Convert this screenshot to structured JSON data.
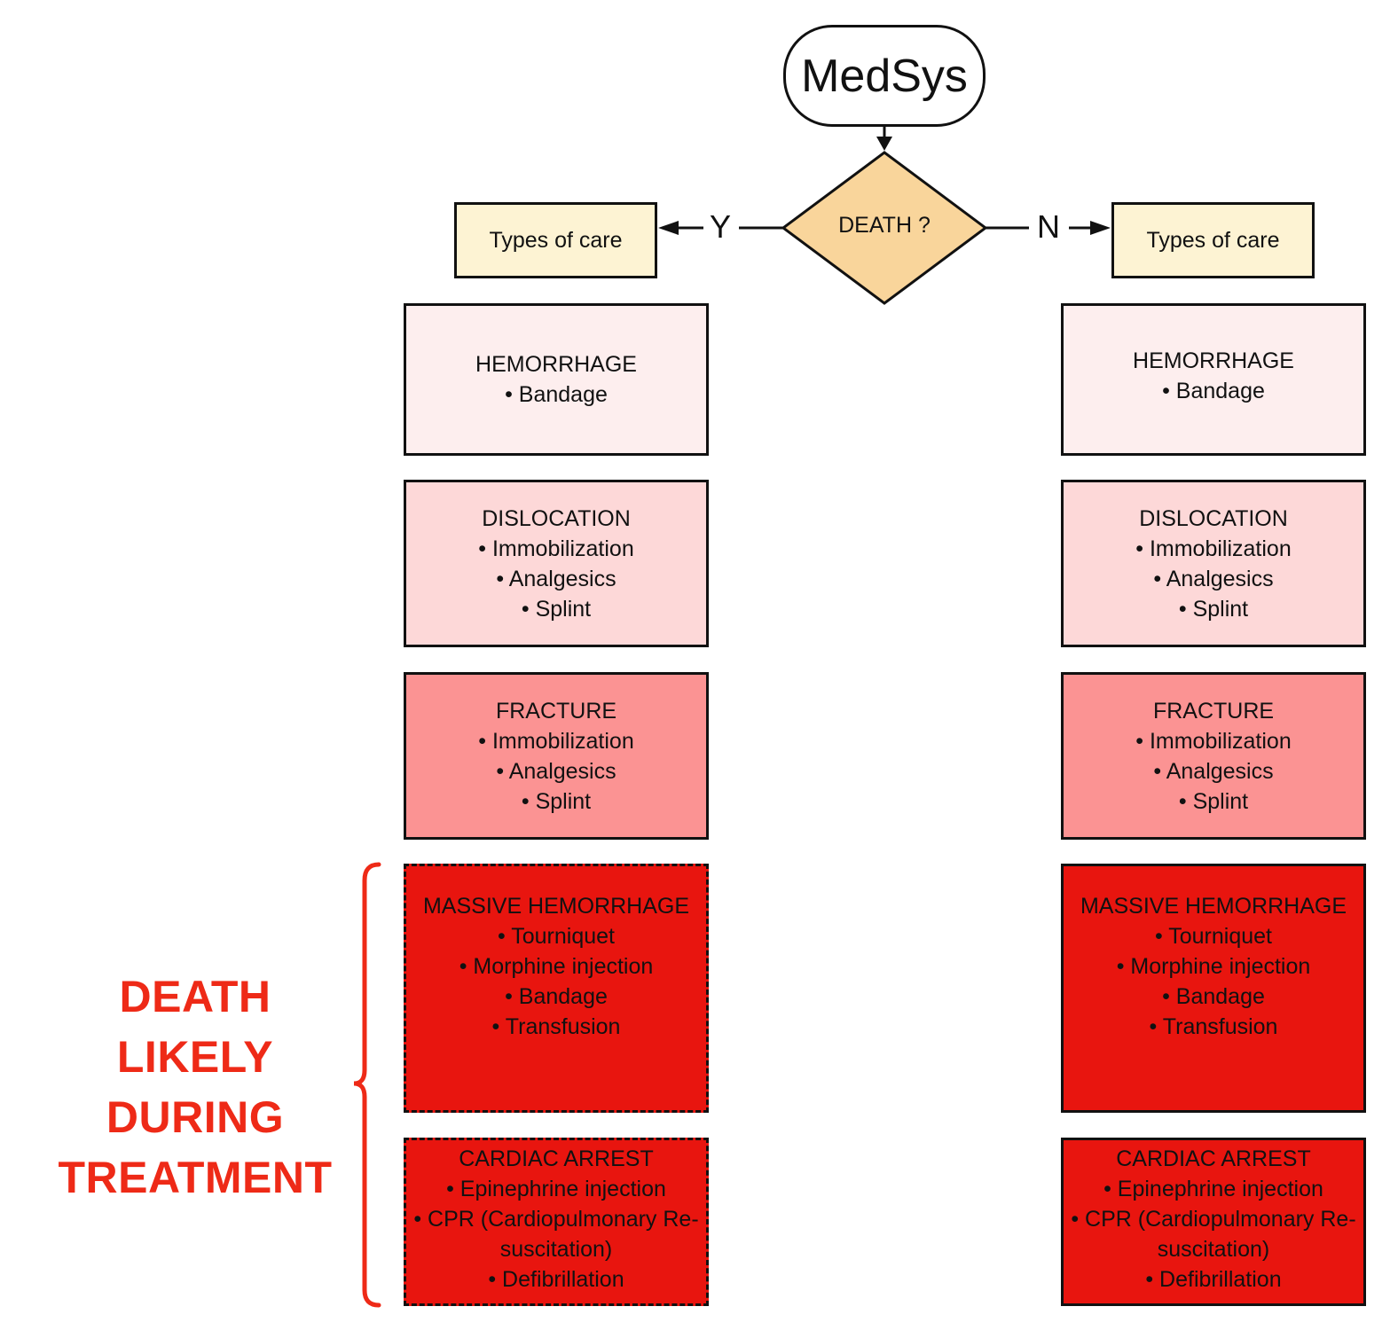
{
  "start_node": "MedSys",
  "decision": "DEATH ?",
  "branches": {
    "yes_label": "Y",
    "no_label": "N",
    "yes_types": "Types of care",
    "no_types": "Types of care"
  },
  "death_note": [
    "DEATH",
    "LIKELY",
    "DURING",
    "TREATMENT"
  ],
  "columns": {
    "yes": [
      {
        "title": "HEMORRHAGE",
        "items": [
          "• Bandage"
        ]
      },
      {
        "title": "DISLOCATION",
        "items": [
          "• Immobilization",
          "• Analgesics",
          "• Splint"
        ]
      },
      {
        "title": "FRACTURE",
        "items": [
          "• Immobilization",
          "• Analgesics",
          "• Splint"
        ]
      },
      {
        "title": "MASSIVE HEMORRHAGE",
        "items": [
          "• Tourniquet",
          "• Morphine injection",
          "• Bandage",
          "• Transfusion"
        ]
      },
      {
        "title": "CARDIAC ARREST",
        "items": [
          "• Epinephrine injection",
          "• CPR (Cardiopulmonary Re-",
          "suscitation)",
          "• Defibrillation"
        ]
      }
    ],
    "no": [
      {
        "title": "HEMORRHAGE",
        "items": [
          "• Bandage"
        ]
      },
      {
        "title": "DISLOCATION",
        "items": [
          "• Immobilization",
          "• Analgesics",
          "• Splint"
        ]
      },
      {
        "title": "FRACTURE",
        "items": [
          "• Immobilization",
          "• Analgesics",
          "• Splint"
        ]
      },
      {
        "title": "MASSIVE HEMORRHAGE",
        "items": [
          "• Tourniquet",
          "• Morphine injection",
          "• Bandage",
          "• Transfusion"
        ]
      },
      {
        "title": "CARDIAC ARREST",
        "items": [
          "• Epinephrine injection",
          "• CPR (Cardiopulmonary Re-",
          "suscitation)",
          "• Defibrillation"
        ]
      }
    ]
  },
  "colors": {
    "types_fill": "#fdf3d3",
    "decision_fill": "#f9d59b",
    "hemorrhage_fill": "#fdeeee",
    "dislocation_fill": "#fdd8d8",
    "fracture_fill": "#fb9393",
    "severe_fill": "#e8150f",
    "death_text": "#ee2a17"
  }
}
